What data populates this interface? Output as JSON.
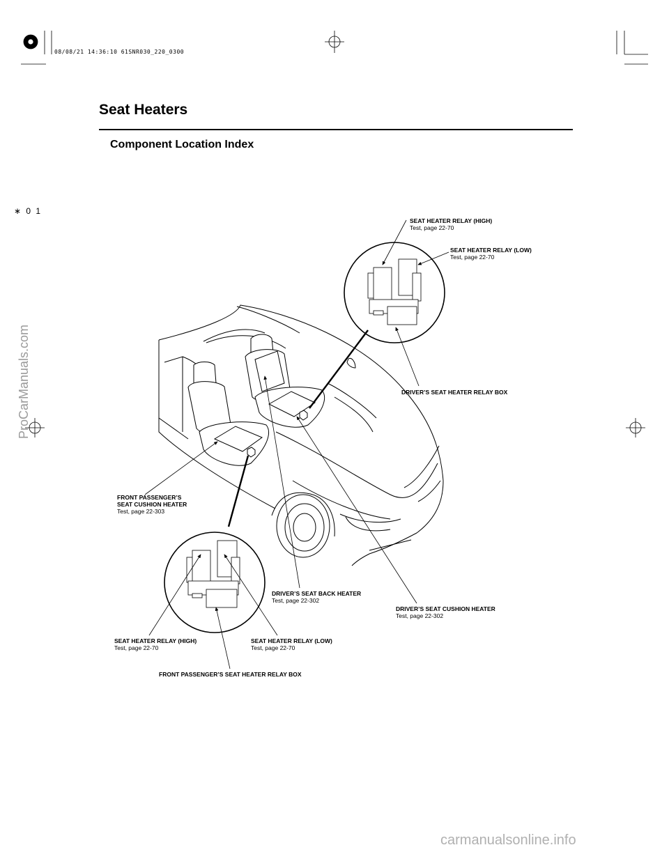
{
  "header": {
    "print_stamp": "08/08/21 14:36:10 61SNR030_220_0300"
  },
  "page": {
    "title": "Seat Heaters",
    "subtitle": "Component Location Index",
    "code": "∗ 0 1"
  },
  "callouts": {
    "drv_relay_high": {
      "name": "SEAT HEATER RELAY (HIGH)",
      "ref": "Test, page 22-70"
    },
    "drv_relay_low": {
      "name": "SEAT HEATER RELAY (LOW)",
      "ref": "Test, page 22-70"
    },
    "drv_relay_box": {
      "name": "DRIVER’S SEAT HEATER RELAY BOX"
    },
    "pass_cushion": {
      "name1": "FRONT PASSENGER’S",
      "name2": "SEAT CUSHION HEATER",
      "ref": "Test, page 22-303"
    },
    "drv_back": {
      "name": "DRIVER’S SEAT BACK HEATER",
      "ref": "Test, page 22-302"
    },
    "drv_cushion": {
      "name": "DRIVER’S SEAT CUSHION HEATER",
      "ref": "Test, page 22-302"
    },
    "pass_relay_high": {
      "name": "SEAT HEATER RELAY (HIGH)",
      "ref": "Test, page 22-70"
    },
    "pass_relay_low": {
      "name": "SEAT HEATER RELAY (LOW)",
      "ref": "Test, page 22-70"
    },
    "pass_relay_box": {
      "name": "FRONT PASSENGER’S SEAT HEATER RELAY BOX"
    }
  },
  "watermarks": {
    "left": "ProCarManuals.com",
    "bottom": "carmanualsonline.info"
  }
}
